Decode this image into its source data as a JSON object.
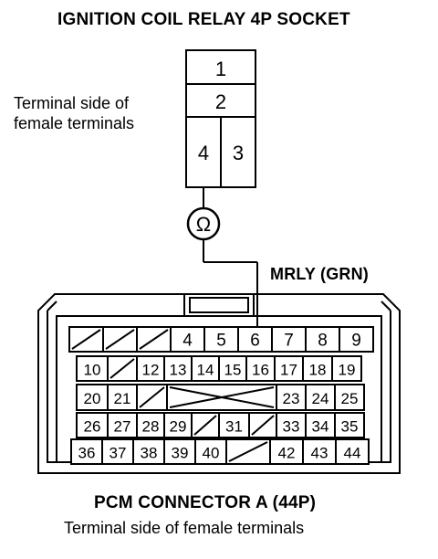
{
  "relay_socket": {
    "title": "IGNITION COIL RELAY 4P SOCKET",
    "side_label_line1": "Terminal side of",
    "side_label_line2": "female terminals",
    "terminals": [
      "1",
      "2",
      "4",
      "3"
    ]
  },
  "meter": {
    "symbol": "Ω"
  },
  "wire": {
    "label": "MRLY (GRN)"
  },
  "pcm_connector": {
    "title": "PCM CONNECTOR A (44P)",
    "subtitle": "Terminal side of female terminals",
    "rows": [
      [
        "/",
        "/",
        "/",
        "4",
        "5",
        "6",
        "7",
        "8",
        "9"
      ],
      [
        "10",
        "/",
        "12",
        "13",
        "14",
        "15",
        "16",
        "17",
        "18",
        "19"
      ],
      [
        "20",
        "21",
        "/",
        "X",
        "23",
        "24",
        "25"
      ],
      [
        "26",
        "27",
        "28",
        "29",
        "/",
        "31",
        "/",
        "33",
        "34",
        "35"
      ],
      [
        "36",
        "37",
        "38",
        "39",
        "40",
        "/",
        "42",
        "43",
        "44"
      ]
    ]
  }
}
